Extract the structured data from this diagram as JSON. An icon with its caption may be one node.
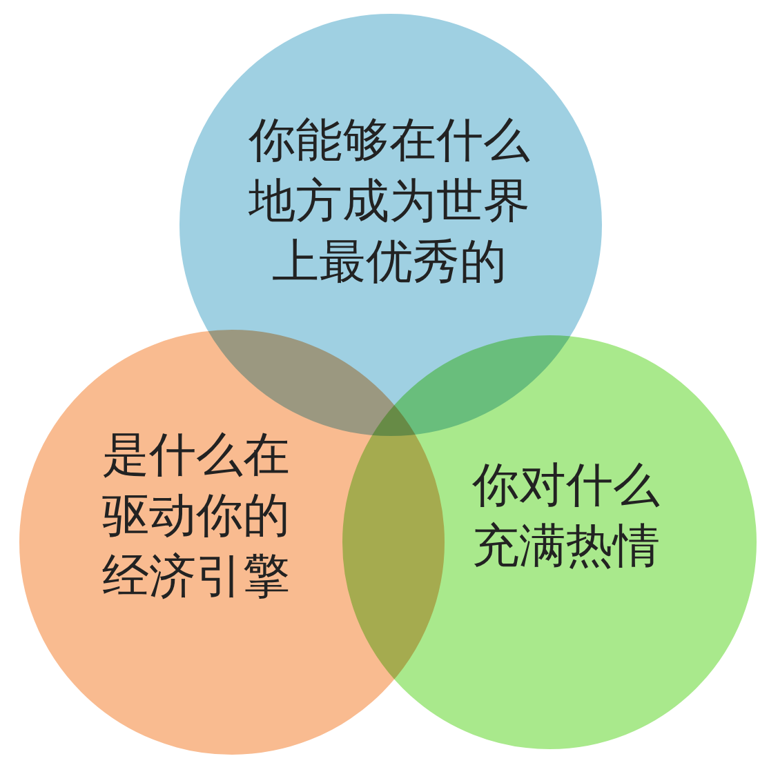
{
  "diagram": {
    "nodes": [
      {
        "text": [
          "你能够在什么地方成为世界上最优秀的"
        ]
      },
      {
        "text": [
          "是什么在驱动你的经济引擎"
        ]
      },
      {
        "text": [
          "你对什么充满热情"
        ]
      }
    ]
  }
}
